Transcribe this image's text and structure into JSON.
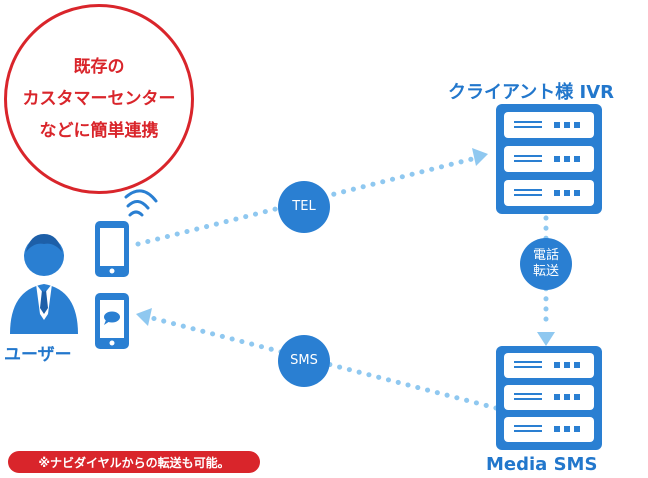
{
  "callout": {
    "line1": "既存の",
    "line2": "カスタマーセンター",
    "line3": "などに簡単連携"
  },
  "labels": {
    "client_ivr": "クライアント様 IVR",
    "media_sms": "Media SMS",
    "user": "ユーザー",
    "tel": "TEL",
    "sms": "SMS",
    "transfer_line1": "電話",
    "transfer_line2": "転送"
  },
  "note": "※ナビダイヤルからの転送も可能。",
  "colors": {
    "brand_blue": "#2a7fd2",
    "light_blue": "#8fc8f0",
    "accent_red": "#d9252b"
  },
  "icons": {
    "user": "person-icon",
    "phone_call": "smartphone-call-icon",
    "phone_message": "smartphone-message-icon",
    "server": "server-icon"
  }
}
